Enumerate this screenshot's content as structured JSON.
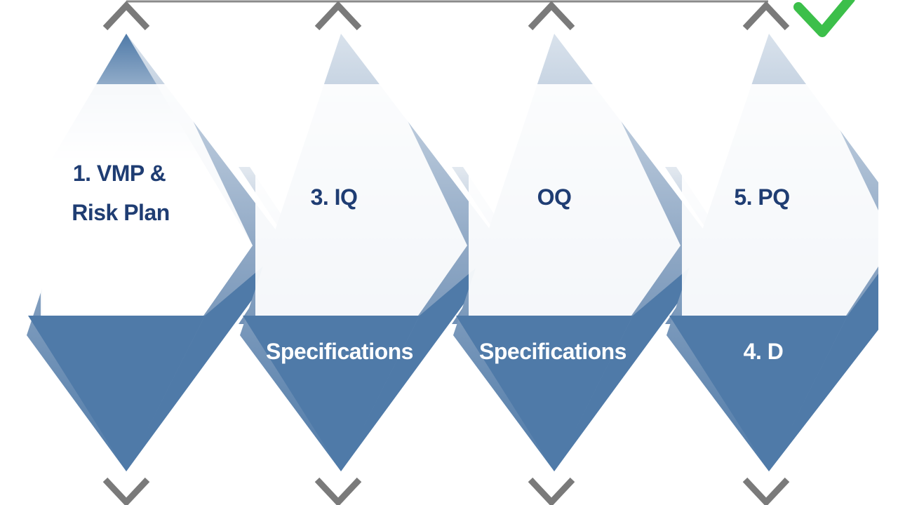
{
  "colors": {
    "stage_fill": "#4f7aa8",
    "title_text": "#1f3d73",
    "bottom_text": "#ffffff",
    "connector": "#7a7a7a",
    "check": "#3cbf4a"
  },
  "stages": [
    {
      "title_lines": [
        "1. VMP &",
        "Risk Plan"
      ],
      "bottom_text": ""
    },
    {
      "title_lines": [
        "3. IQ"
      ],
      "bottom_text": "Specifications"
    },
    {
      "title_lines": [
        "OQ"
      ],
      "bottom_text": "Specifications"
    },
    {
      "title_lines": [
        "5. PQ"
      ],
      "bottom_text": "4. D"
    }
  ],
  "icons": {
    "top_connector": "chevron-up-icon",
    "bottom_connector": "chevron-down-icon",
    "complete": "checkmark-icon"
  }
}
